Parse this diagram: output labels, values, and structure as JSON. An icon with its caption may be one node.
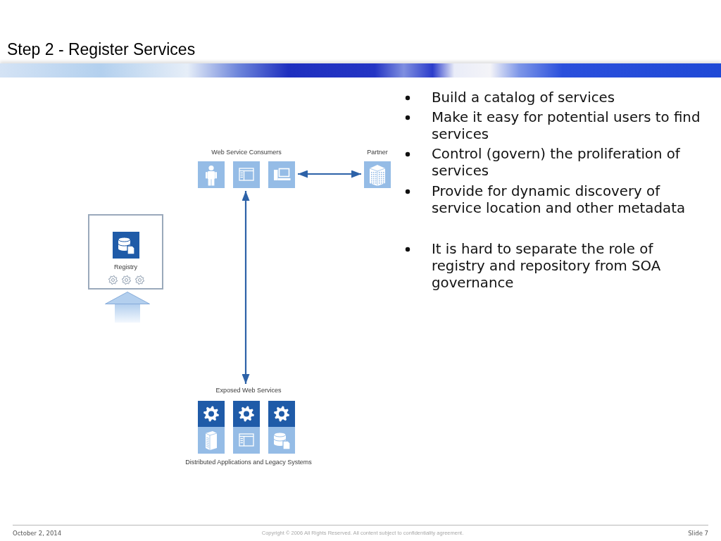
{
  "diagram": {
    "title": "Step 2 - Register Services",
    "nodes": [
      {
        "text": [
          "Web Service Consumers"
        ]
      },
      {
        "text": [],
        "shape": "picture",
        "in": 0
      },
      {
        "text": [],
        "shape": "picture",
        "in": 0
      },
      {
        "text": [],
        "shape": "picture",
        "in": 0
      },
      {
        "text": [
          "Partner"
        ]
      },
      {
        "text": [
          "Registry"
        ]
      },
      {
        "text": [
          "Exposed Web Services",
          "Distributed Applications and Legacy Systems"
        ]
      },
      {
        "text": [],
        "shape": "picture",
        "in": 6
      },
      {
        "text": [],
        "shape": "picture",
        "in": 6
      },
      {
        "text": [],
        "shape": "picture",
        "in": 6
      }
    ],
    "edges": [
      {
        "from": 0,
        "to": 4,
        "arrow": "both"
      },
      {
        "from": 0,
        "to": 6,
        "arrow": "both"
      },
      {
        "from": null,
        "to": 5,
        "arrow": "to",
        "style": "thick",
        "color": "#b3cfee"
      }
    ],
    "labels": [
      "Build a catalog of services",
      "Make it easy for potential users to find services",
      "Control (govern) the proliferation of services",
      "Provide for dynamic discovery of service location and other metadata",
      "It is hard to separate the role of registry and repository from SOA governance",
      "October 2, 2014",
      "Copyright © 2006 All Rights Reserved. All content subject to confidentiality agreement.",
      "Slide 7"
    ]
  }
}
